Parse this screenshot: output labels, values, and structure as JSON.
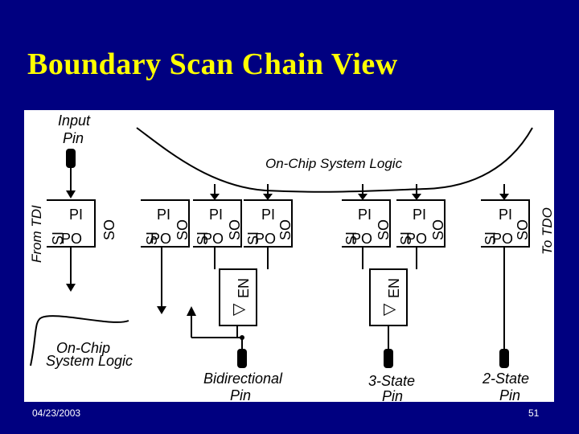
{
  "slide": {
    "title": "Boundary Scan Chain View",
    "date": "04/23/2003",
    "page_number": "51"
  },
  "diagram": {
    "labels": {
      "input_pin_line1": "Input",
      "input_pin_line2": "Pin",
      "top_logic": "On-Chip System Logic",
      "bottom_logic_line1": "On-Chip",
      "bottom_logic_line2": "System Logic",
      "from_tdi": "From TDI",
      "to_tdo": "To TDO",
      "bidir_pin_line1": "Bidirectional",
      "bidir_pin_line2": "Pin",
      "tristate_pin_line1": "3-State",
      "tristate_pin_line2": "Pin",
      "twostate_pin_line1": "2-State",
      "twostate_pin_line2": "Pin"
    },
    "cell": {
      "pi": "PI",
      "po": "PO",
      "si": "SI",
      "so": "SO"
    },
    "enable": {
      "label": "EN",
      "symbol": "▽"
    }
  },
  "colors": {
    "background": "#000080",
    "title": "#FFFF00",
    "panel": "#FFFFFF",
    "ink": "#000000"
  }
}
